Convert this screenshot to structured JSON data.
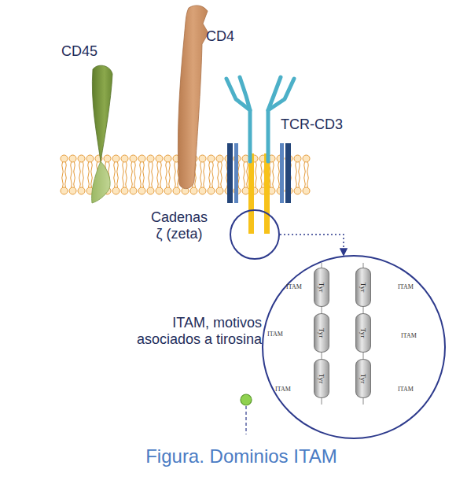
{
  "diagram": {
    "caption": "Figura. Dominios ITAM",
    "nodes": [
      {
        "text": [
          "Cadenas ζ (zeta)"
        ]
      },
      {
        "text": [
          "ITAM, motivos asociados a tirosina",
          "ITAM",
          "ITAM",
          "ITAM",
          "ITAM",
          "ITAM",
          "ITAM"
        ]
      },
      {
        "text": [
          "Tyr"
        ],
        "in": 1
      },
      {
        "text": [
          "Tyr"
        ],
        "in": 1
      },
      {
        "text": [
          "Tyr"
        ],
        "in": 1
      },
      {
        "text": [
          "Tyr"
        ],
        "in": 1
      },
      {
        "text": [
          "Tyr"
        ],
        "in": 1
      },
      {
        "text": [
          "Tyr"
        ],
        "in": 1
      }
    ],
    "edges": [
      {
        "from": 0,
        "to": 1,
        "arrow": "to"
      }
    ],
    "labels": [
      "CD45",
      "CD4",
      "TCR-CD3"
    ]
  }
}
